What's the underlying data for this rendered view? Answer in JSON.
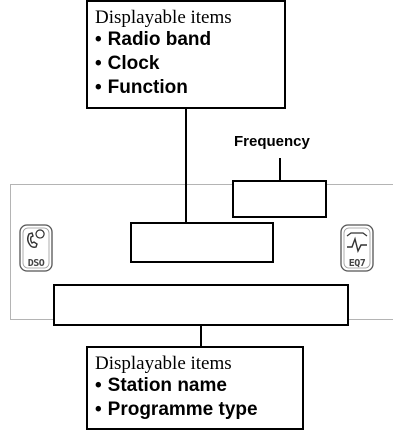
{
  "top_callout": {
    "caption": "Displayable items",
    "items": [
      "Radio band",
      "Clock",
      "Function"
    ]
  },
  "bottom_callout": {
    "caption": "Displayable items",
    "items": [
      "Station name",
      "Programme type"
    ]
  },
  "frequency_label": "Frequency",
  "buttons": {
    "left": {
      "icon": "phone-icon",
      "label": "DSO"
    },
    "right": {
      "icon": "equalizer-icon",
      "label": "EQ7"
    }
  },
  "bullet": "•"
}
